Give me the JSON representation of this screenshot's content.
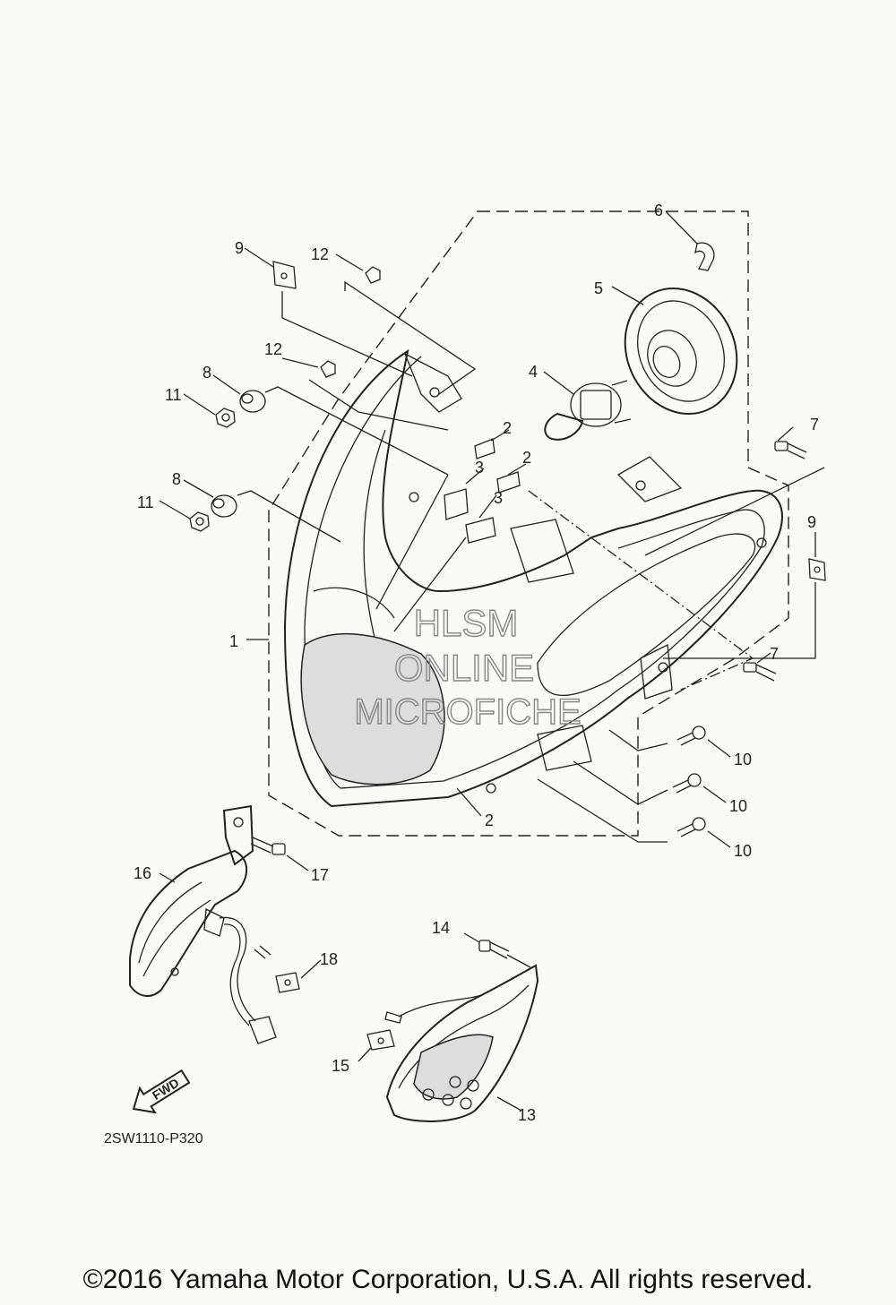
{
  "callouts": {
    "c1": "1",
    "c2a": "2",
    "c2b": "2",
    "c2c": "2",
    "c3a": "3",
    "c3b": "3",
    "c4": "4",
    "c5": "5",
    "c6": "6",
    "c7a": "7",
    "c7b": "7",
    "c8a": "8",
    "c8b": "8",
    "c9a": "9",
    "c9b": "9",
    "c10a": "10",
    "c10b": "10",
    "c10c": "10",
    "c11a": "11",
    "c11b": "11",
    "c12a": "12",
    "c12b": "12",
    "c13": "13",
    "c14": "14",
    "c15": "15",
    "c16": "16",
    "c17": "17",
    "c18": "18"
  },
  "watermark": {
    "line1": "HLSM",
    "line2": "ONLINE",
    "line3": "MICROFICHE"
  },
  "fwd_label": "FWD",
  "diagram_code": "2SW1110-P320",
  "copyright": "©2016 Yamaha Motor Corporation, U.S.A. All rights reserved."
}
